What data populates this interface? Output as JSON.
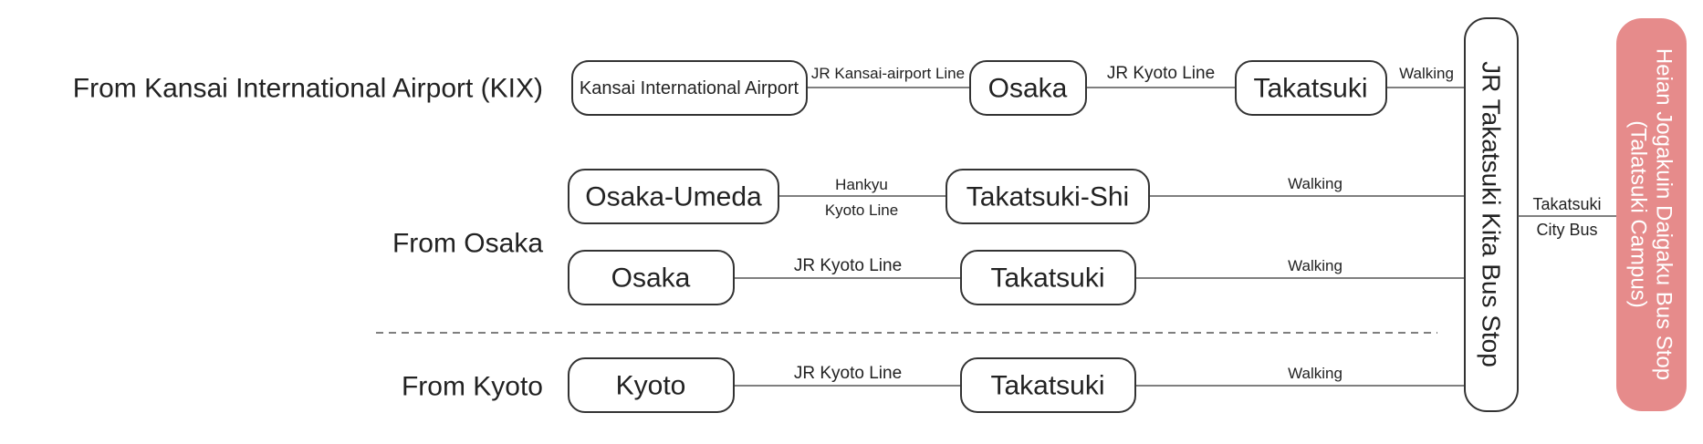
{
  "origins": {
    "kix": "From  Kansai International Airport (KIX)",
    "osaka": "From  Osaka",
    "kyoto": "From  Kyoto"
  },
  "routes": [
    {
      "id": "kix",
      "nodes": [
        "Kansai International Airport",
        "Osaka",
        "Takatsuki"
      ],
      "links": [
        "JR Kansai-airport Line",
        "JR Kyoto Line",
        "Walking"
      ]
    },
    {
      "id": "osaka-hankyu",
      "nodes": [
        "Osaka-Umeda",
        "Takatsuki-Shi"
      ],
      "links": [
        "Hankyu",
        "Kyoto Line",
        "Walking"
      ]
    },
    {
      "id": "osaka-jr",
      "nodes": [
        "Osaka",
        "Takatsuki"
      ],
      "links": [
        "JR Kyoto Line",
        "Walking"
      ]
    },
    {
      "id": "kyoto",
      "nodes": [
        "Kyoto",
        "Takatsuki"
      ],
      "links": [
        "JR Kyoto Line",
        "Walking"
      ]
    }
  ],
  "transfer_stop": "JR Takatsuki Kita Bus Stop",
  "bus_link": [
    "Takatsuki",
    "City Bus"
  ],
  "destination": [
    "Heian Jogakuin Daigaku Bus Stop",
    "(Talatsuki Campus)"
  ],
  "colors": {
    "destination_fill": "#e68b8b",
    "line": "#555555",
    "border": "#333333"
  }
}
